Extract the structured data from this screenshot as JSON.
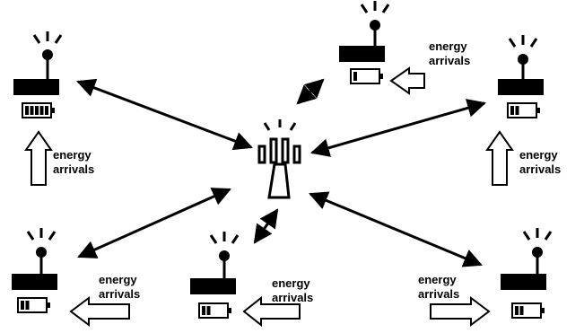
{
  "diagram": {
    "energy_label_line1": "energy",
    "energy_label_line2": "arrivals",
    "nodes": [
      {
        "id": "top-left",
        "battery_level": 1.0
      },
      {
        "id": "top-center",
        "battery_level": 0.2
      },
      {
        "id": "top-right",
        "battery_level": 0.4
      },
      {
        "id": "bottom-left",
        "battery_level": 0.4
      },
      {
        "id": "bottom-center",
        "battery_level": 0.4
      },
      {
        "id": "bottom-right",
        "battery_level": 0.4
      }
    ],
    "colors": {
      "stroke": "#000000",
      "background": "#ffffff"
    }
  }
}
